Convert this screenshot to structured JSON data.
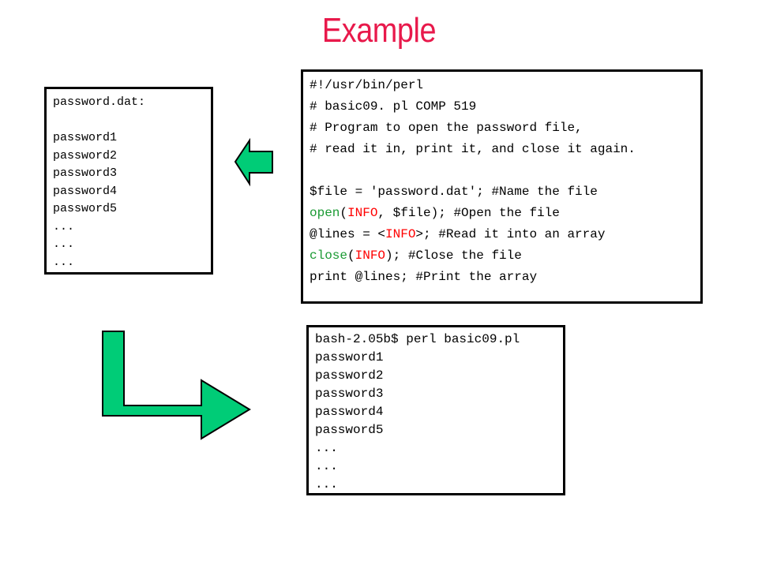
{
  "title": "Example",
  "password_file": {
    "header": "password.dat:",
    "lines": [
      "password1",
      "password2",
      "password3",
      "password4",
      "password5",
      "...",
      "...",
      "..."
    ]
  },
  "script": {
    "shebang": "#!/usr/bin/perl",
    "comment1": "# basic09. pl COMP 519",
    "comment2": "# Program to open the password file,",
    "comment3": "# read it in, print it, and close it again.",
    "assign": "$file = 'password.dat'; #Name the file",
    "open_kw": "open",
    "open_p1": "(",
    "open_fh": "INFO",
    "open_rest": ", $file); #Open the file",
    "lines_pre": "@lines = <",
    "lines_fh": "INFO",
    "lines_post": ">; #Read it into an array",
    "close_kw": "close",
    "close_p1": "(",
    "close_fh": "INFO",
    "close_rest": "); #Close the file",
    "print_line": "print @lines; #Print the array"
  },
  "terminal": {
    "command": "bash-2.05b$ perl basic09.pl",
    "lines": [
      "password1",
      "password2",
      "password3",
      "password4",
      "password5",
      "...",
      "...",
      "..."
    ]
  },
  "colors": {
    "title": "#e8194b",
    "arrow_fill": "#00cc77",
    "keyword": "#1a9a33",
    "filehandle": "#ff0000"
  }
}
